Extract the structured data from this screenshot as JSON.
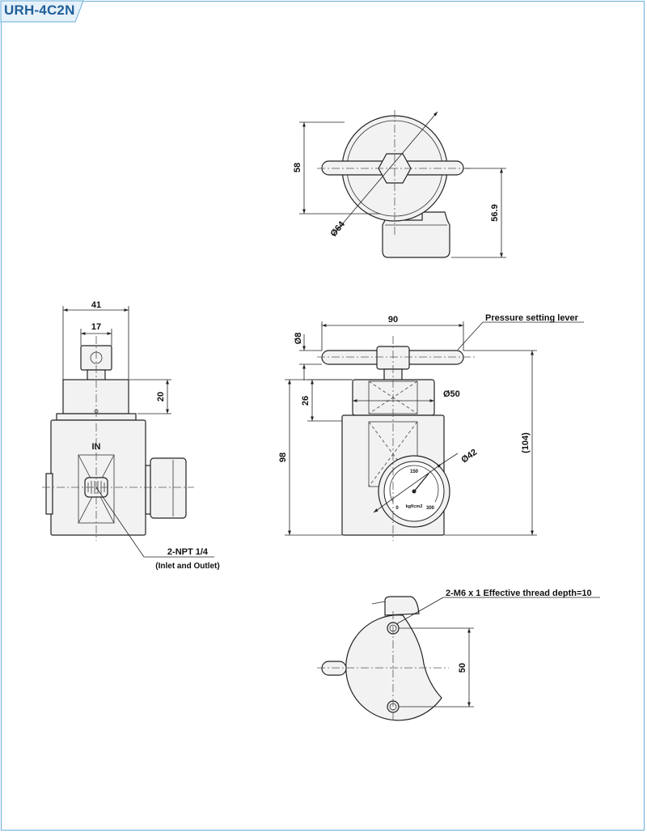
{
  "title": "URH-4C2N",
  "colors": {
    "frame": "#6aaed8",
    "title_text": "#1f5f99",
    "title_tab": "#e6f1fa"
  },
  "top_view": {
    "dim_height": "58",
    "dim_diameter": "Ø64",
    "dim_right": "56.9"
  },
  "side_view": {
    "dim_width": "41",
    "dim_top": "17",
    "dim_cap": "20",
    "port_label": "IN",
    "port_note": "2-NPT 1/4",
    "port_note_sub": "(Inlet and Outlet)"
  },
  "front_view": {
    "dim_width": "90",
    "lever_label": "Pressure setting lever",
    "dim_lever": "Ø8",
    "dim_cap": "26",
    "dim_cap_dia": "Ø50",
    "dim_total": "98",
    "dim_overall": "(104)",
    "dim_gauge": "Ø42",
    "gauge_scale_top": "150",
    "gauge_scale_left": "0",
    "gauge_scale_right": "300",
    "gauge_unit": "kgf/cm2"
  },
  "bottom_view": {
    "thread_label": "2-M6 x 1 Effective thread depth=10",
    "dim_pitch": "50"
  }
}
